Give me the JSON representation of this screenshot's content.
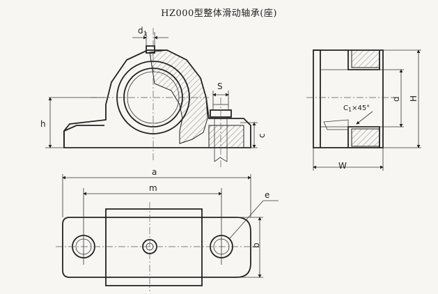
{
  "title": "HZ000型整体滑动轴承(座)",
  "front_view": {
    "labels": {
      "d1": "d",
      "d1_sub": "1",
      "s": "S",
      "h": "h",
      "c": "c"
    }
  },
  "side_view": {
    "labels": {
      "d": "d",
      "H": "H",
      "W": "W",
      "chamfer": "C",
      "chamfer_sub": "1",
      "chamfer_suffix": "×45°"
    }
  },
  "top_view": {
    "labels": {
      "a": "a",
      "m": "m",
      "e": "e",
      "b": "b"
    }
  }
}
